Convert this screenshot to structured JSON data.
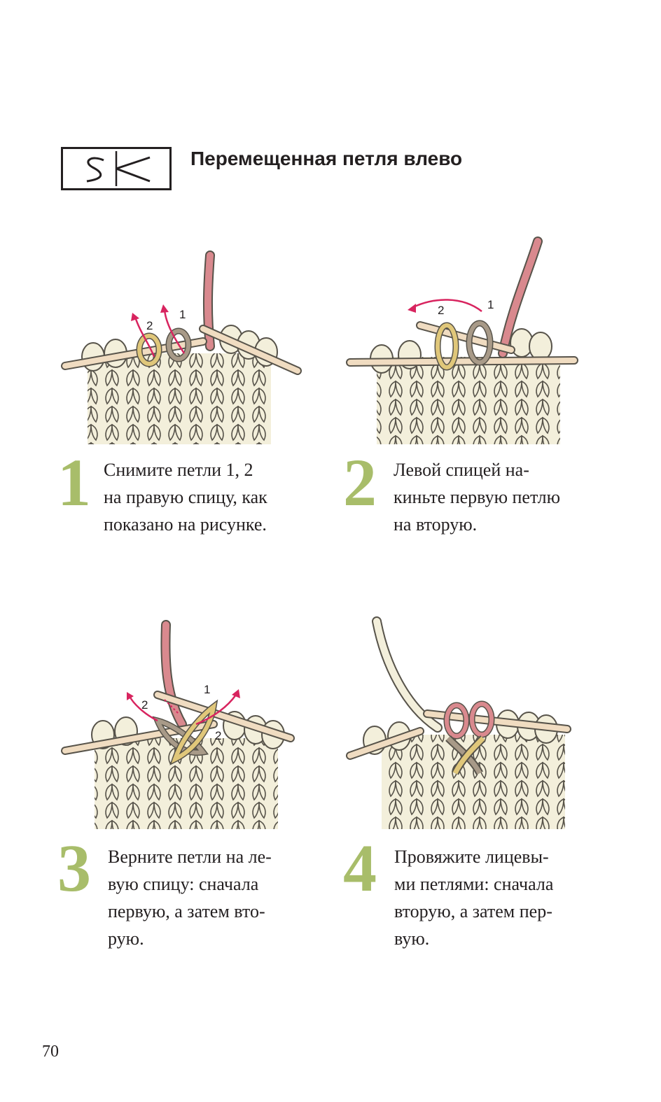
{
  "title": "Перемещенная петля влево",
  "colors": {
    "accent_number": "#a8bd6a",
    "yarn_cream": "#f3efdb",
    "yarn_outline": "#57534a",
    "needle": "#f0dcc1",
    "loop_pink": "#d9898e",
    "loop_yellow": "#e0c77a",
    "loop_taupe": "#a89a88",
    "arrow": "#d8245f"
  },
  "steps": [
    {
      "number": "1",
      "text": "Снимите петли 1, 2\nна правую спицу, как\nпоказано на рисунке.",
      "labels": [
        "1",
        "2"
      ]
    },
    {
      "number": "2",
      "text": "Левой спицей на-\nкиньте первую петлю\nна вторую.",
      "labels": [
        "1",
        "2"
      ]
    },
    {
      "number": "3",
      "text": "Верните петли на ле-\nвую спицу: сначала\nпервую, а затем вто-\nрую.",
      "labels": [
        "1",
        "2",
        "2"
      ]
    },
    {
      "number": "4",
      "text": "Провяжите лицевы-\nми петлями: сначала\nвторую, а затем пер-\nвую.",
      "labels": []
    }
  ],
  "page_number": "70"
}
